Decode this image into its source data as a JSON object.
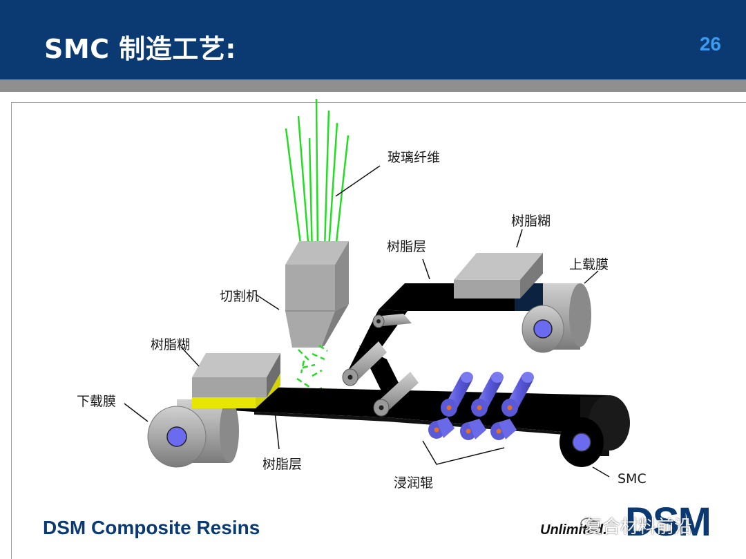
{
  "slide": {
    "title": "SMC 制造工艺:",
    "page_number": "26",
    "footer": "DSM Composite Resins",
    "logo_tagline": "Unlimited.",
    "logo_text": "DSM",
    "watermark": "复合材料前沿"
  },
  "labels": {
    "glass_fiber": "玻璃纤维",
    "cutter": "切割机",
    "resin_paste_left": "树脂糊",
    "lower_film": "下载膜",
    "resin_layer_bottom": "树脂层",
    "resin_layer_top": "树脂层",
    "resin_paste_right": "树脂糊",
    "upper_film": "上载膜",
    "impregnation_rollers": "浸润辊",
    "smc": "SMC"
  },
  "colors": {
    "header": "#0b3a73",
    "page_number": "#3b9bf0",
    "fiber": "#22dd22",
    "roller_purple": "#6a6ae8",
    "roller_dot": "#e0702a",
    "film_black": "#000000",
    "paste_gray": "#9a9a9a",
    "resin_yellow": "#e6e600"
  }
}
